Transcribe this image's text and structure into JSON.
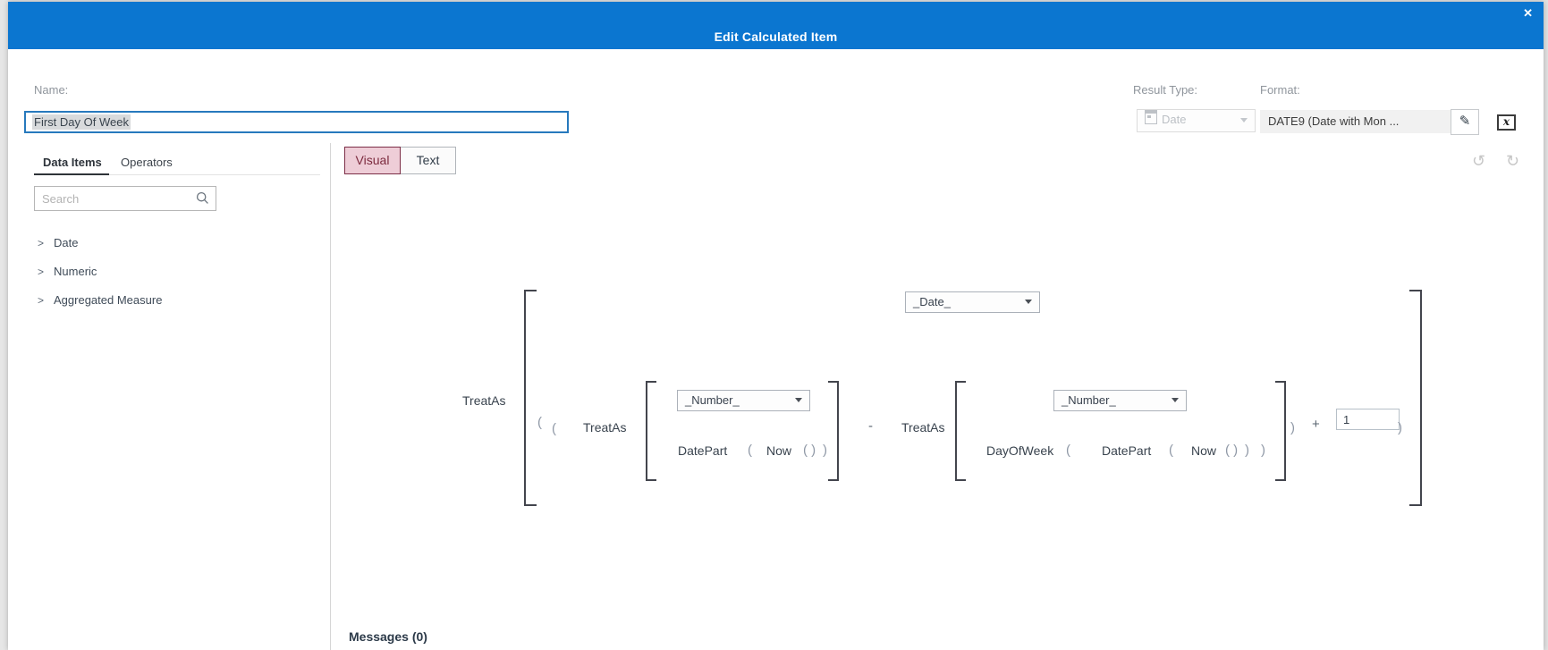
{
  "dialog": {
    "title": "Edit Calculated Item"
  },
  "icons": {
    "close": "✕",
    "chevron_right": ">",
    "pencil": "✎",
    "x_button": "x",
    "undo": "↺",
    "redo": "↻"
  },
  "form": {
    "name_label": "Name:",
    "name_value": "First Day Of Week",
    "result_type_label": "Result Type:",
    "result_type_value": "Date",
    "format_label": "Format:",
    "format_value": "DATE9 (Date with Mon ..."
  },
  "left_panel": {
    "tabs": [
      {
        "label": "Data Items"
      },
      {
        "label": "Operators"
      }
    ],
    "search_placeholder": "Search",
    "tree": [
      {
        "label": "Date"
      },
      {
        "label": "Numeric"
      },
      {
        "label": "Aggregated Measure"
      }
    ]
  },
  "editor": {
    "view_tabs": [
      {
        "label": "Visual"
      },
      {
        "label": "Text"
      }
    ],
    "messages_label": "Messages (0)"
  },
  "expr": {
    "outer_op": "TreatAs",
    "date_select": "_Date_",
    "paren_open_a": "(",
    "paren_open_b": "(",
    "left_op": "TreatAs",
    "left_select": "_Number_",
    "left_fn": "DatePart",
    "left_p1": "(",
    "left_now": "Now",
    "left_p2": "( )",
    "left_p3": ")",
    "minus": "-",
    "right_op": "TreatAs",
    "right_select": "_Number_",
    "right_fn1": "DayOfWeek",
    "right_p1": "(",
    "right_fn2": "DatePart",
    "right_p2": "(",
    "right_now": "Now",
    "right_p3": "( )",
    "right_p4": ")",
    "right_p5": ")",
    "paren_close_inner": ")",
    "plus": "+",
    "literal_one": "1",
    "paren_close_outer": ")"
  },
  "colors": {
    "header_blue": "#0b76d0",
    "visual_selected_bg": "#eecdd7",
    "visual_selected_border": "#7c2e47",
    "focus_border": "#2779bd"
  }
}
